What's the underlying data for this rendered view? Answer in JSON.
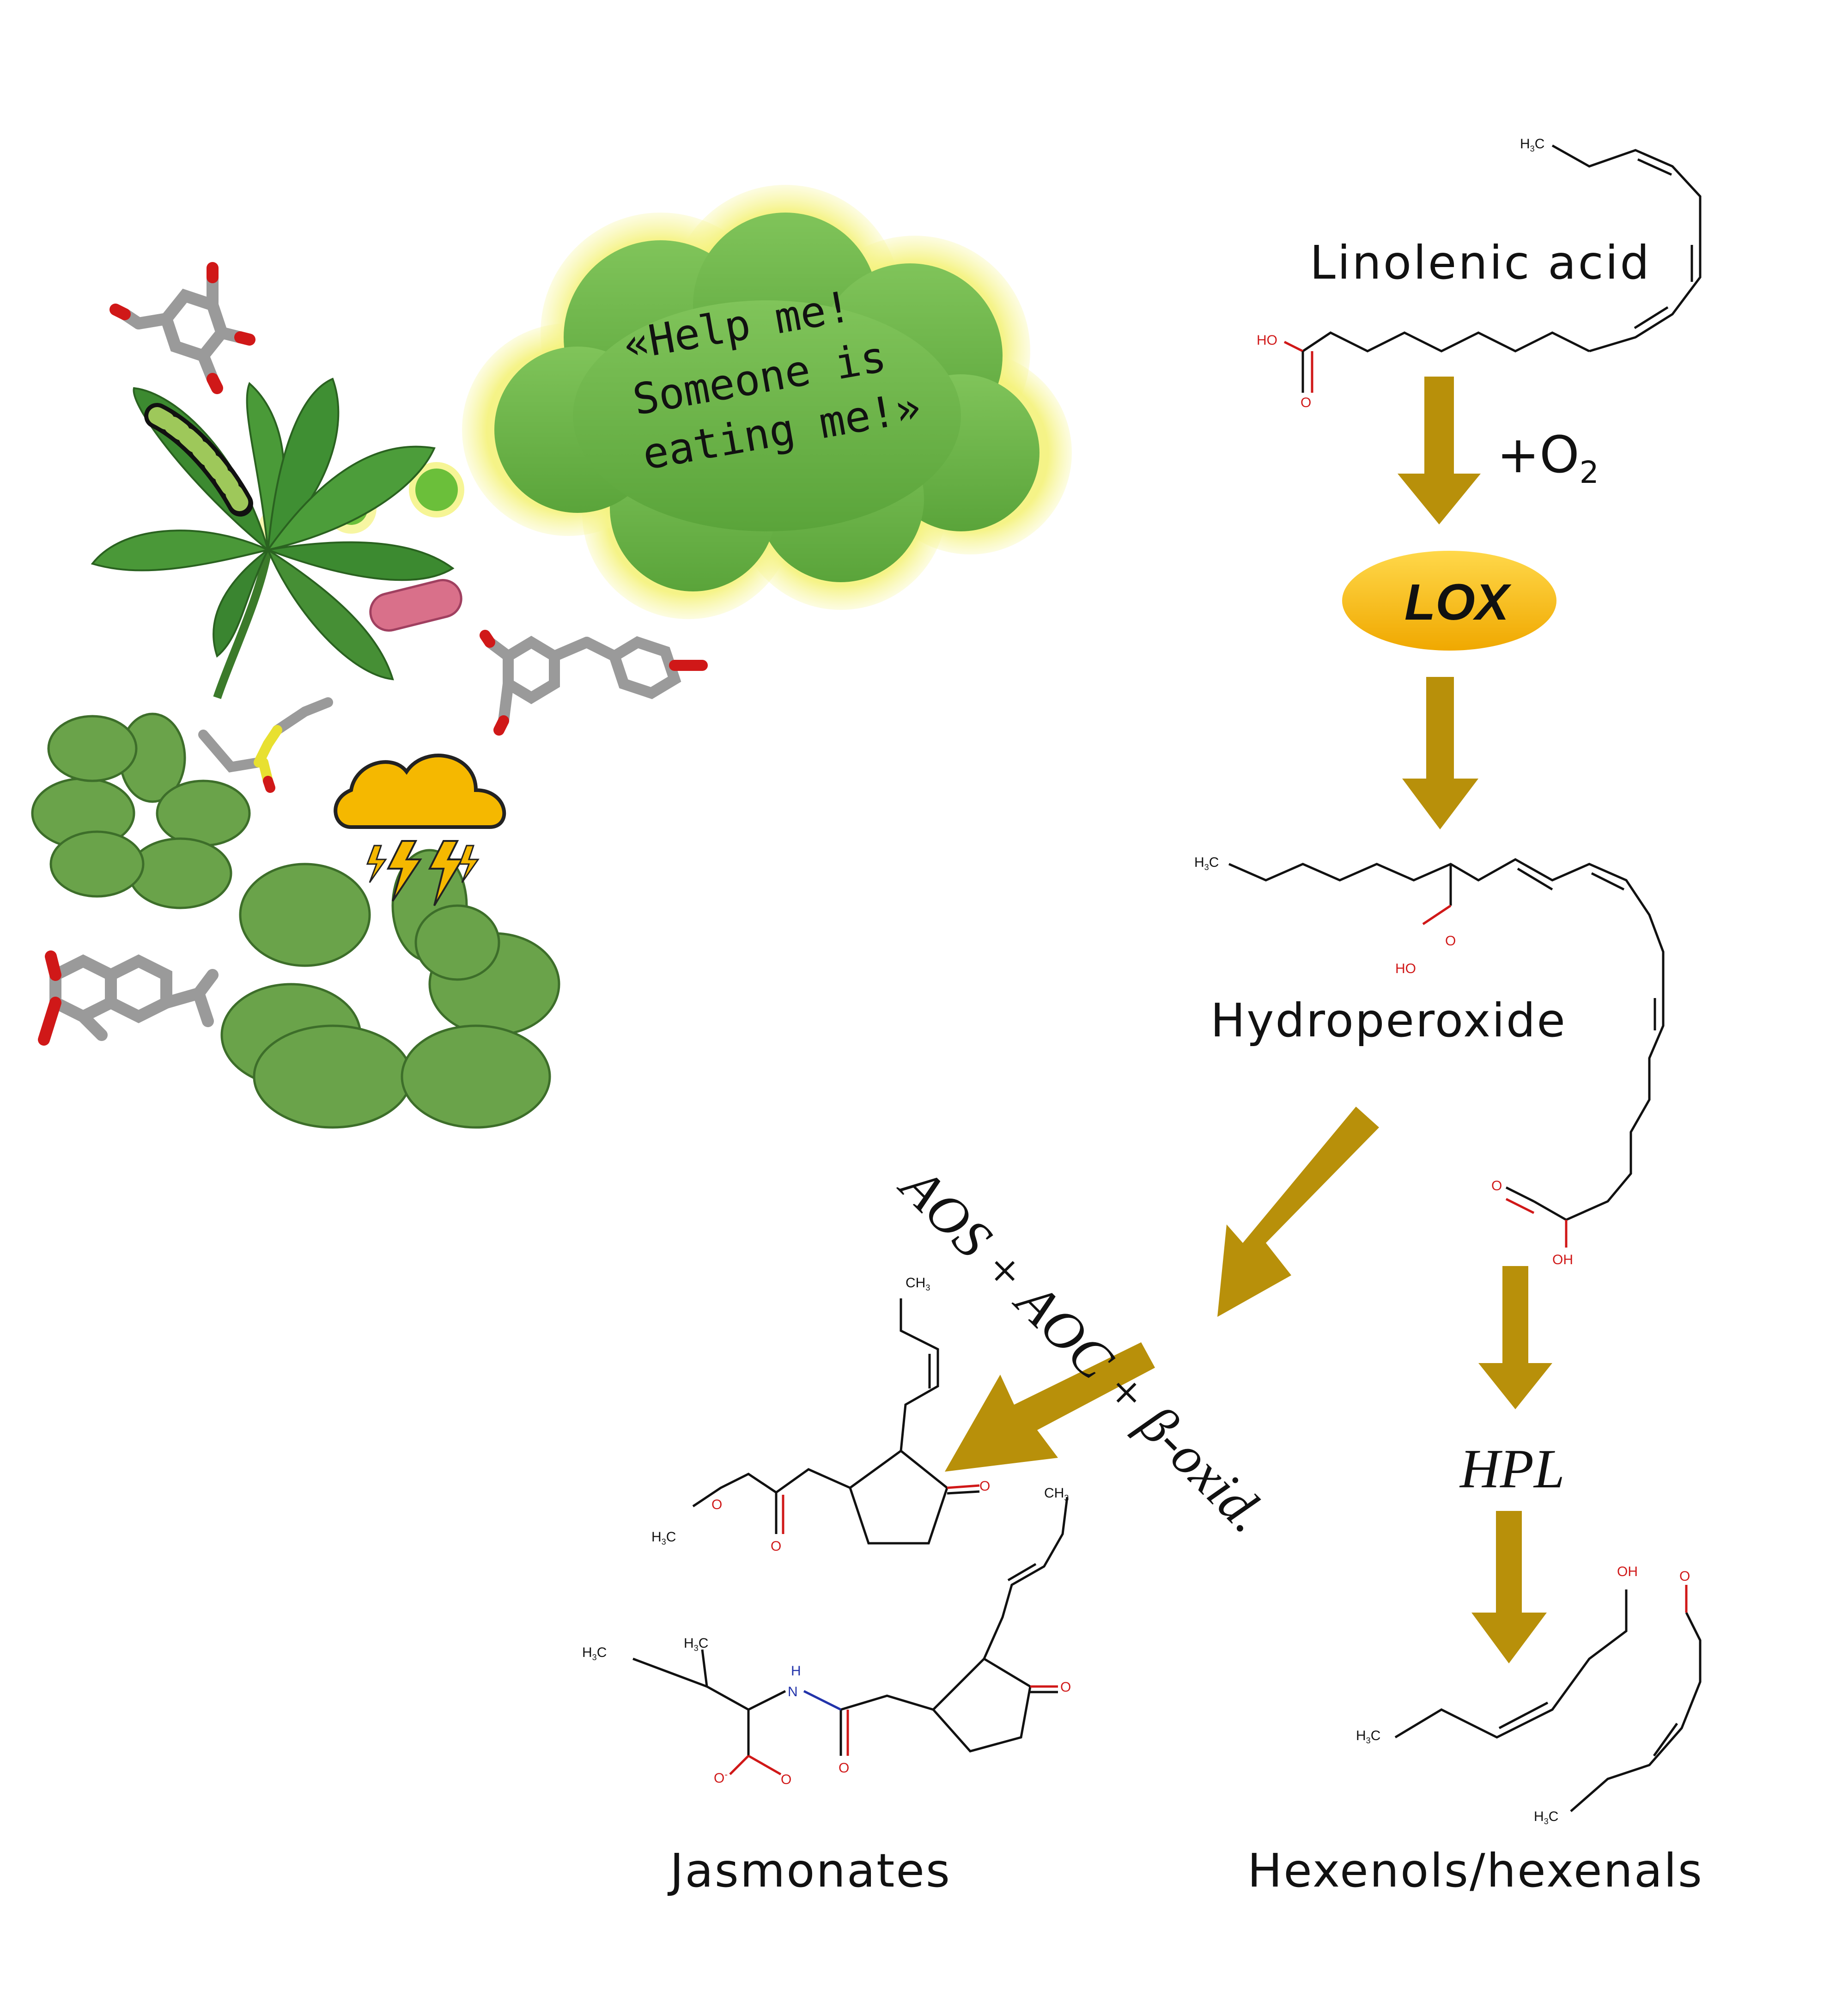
{
  "labels": {
    "linolenic": "Linolenic acid",
    "o2_plus": "+O",
    "o2_sub": "2",
    "lox": "LOX",
    "hydroperoxide": "Hydroperoxide",
    "aos": "AOS + AOC + β-oxid.",
    "hpl": "HPL",
    "jasmonates": "Jasmonates",
    "hexenols": "Hexenols/hexenals"
  },
  "speech": {
    "line1": "«Help me!",
    "line2": "Someone is",
    "line3": "eating me!»"
  },
  "atoms": {
    "h3c": "H",
    "h3c_sub": "3",
    "c": "C",
    "ho": "HO",
    "oh": "OH",
    "o": "O",
    "n": "N",
    "h": "H",
    "o_minus": "O",
    "minus": "-",
    "ch3": "CH",
    "ch3_sub": "3"
  },
  "colors": {
    "arrow": "#b8900a",
    "lox_fill": "#f5b800",
    "cloud_green": "#6eb744",
    "oxygen_red": "#d01818",
    "nitrogen_blue": "#2233aa"
  }
}
